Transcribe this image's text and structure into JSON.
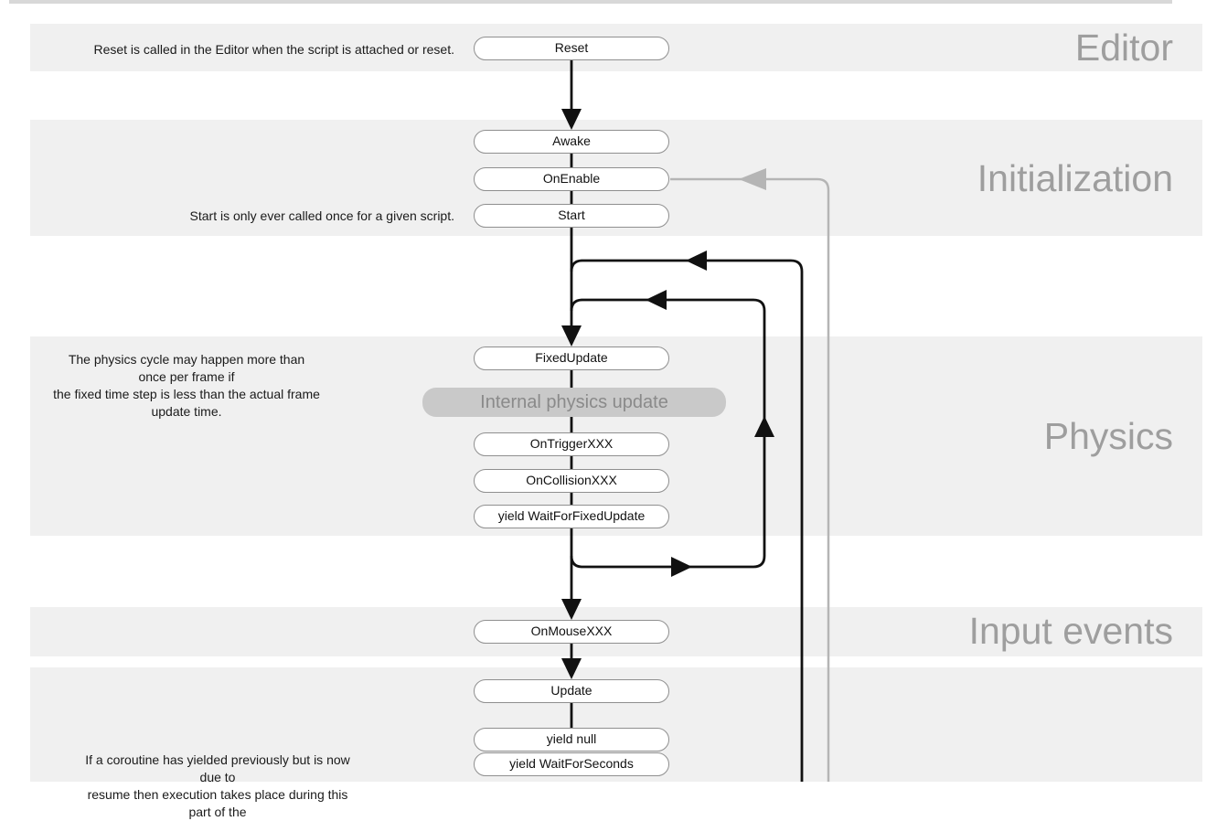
{
  "sections": [
    {
      "label": "Editor"
    },
    {
      "label": "Initialization"
    },
    {
      "label": "Physics"
    },
    {
      "label": "Input events"
    }
  ],
  "nodes": [
    {
      "label": "Reset"
    },
    {
      "label": "Awake"
    },
    {
      "label": "OnEnable"
    },
    {
      "label": "Start"
    },
    {
      "label": "FixedUpdate"
    },
    {
      "label": "OnTriggerXXX"
    },
    {
      "label": "OnCollisionXXX"
    },
    {
      "label": "yield WaitForFixedUpdate"
    },
    {
      "label": "OnMouseXXX"
    },
    {
      "label": "Update"
    },
    {
      "label": "yield null"
    },
    {
      "label": "yield WaitForSeconds"
    }
  ],
  "special_node": {
    "label": "Internal physics update"
  },
  "annotations": {
    "reset": "Reset is called in the Editor when the script is attached or reset.",
    "start": "Start is only ever called once for a given script.",
    "physics_line1": "The physics cycle may happen more than once per frame if",
    "physics_line2": "the fixed time step is less than the actual frame update time.",
    "coroutine_line1": "If a coroutine has yielded previously but is now due to",
    "coroutine_line2": "resume then execution takes place during this part of the"
  },
  "colors": {
    "band": "#f0f0f0",
    "section_label": "#9e9e9e",
    "flow_line": "#111111",
    "enable_loop_line": "#b5b5b5",
    "node_border": "#8f8f8f",
    "internal_physics_fill": "#c9c9c9",
    "internal_physics_text": "#8a8a8a"
  }
}
